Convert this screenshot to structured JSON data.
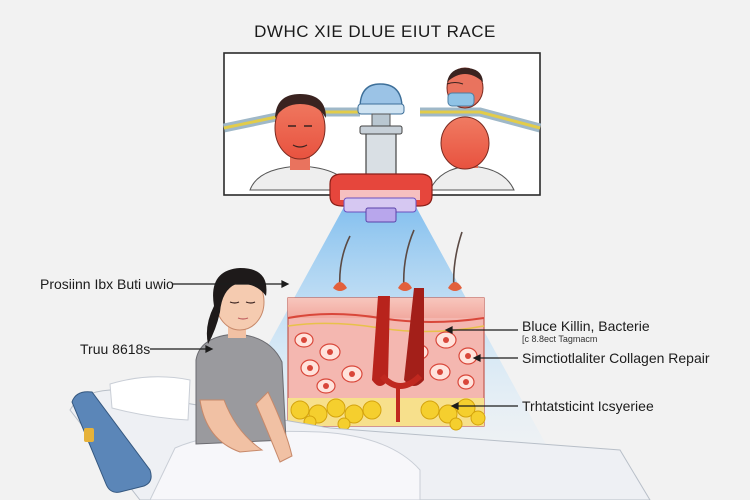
{
  "title": "DWHC XIE DLUE EIUT RACE",
  "labels": {
    "left_top": "Prosiinn Ibx Buti uwio",
    "left_bottom": "Truu 8618s",
    "right_1": "Bluce Killin, Bacterie",
    "right_1_sub": "[c 8.8ect Tagmacm",
    "right_2": "Simctiotlaliter Collagen Repair",
    "right_3": "Trhtatsticint Icsyeriee"
  },
  "colors": {
    "background": "#f2f2f2",
    "blue_light": "#8fc8f0",
    "skin_pink": "#f4b7b0",
    "dermis_red": "#e3483a",
    "fat_yellow": "#f5cf2e",
    "lamp_red": "#e6463c",
    "pillow_blue": "#5b86b8"
  },
  "icons": {
    "lamp": "led-lamp-icon",
    "bed": "bed-icon",
    "mask": "surgical-mask-icon"
  }
}
